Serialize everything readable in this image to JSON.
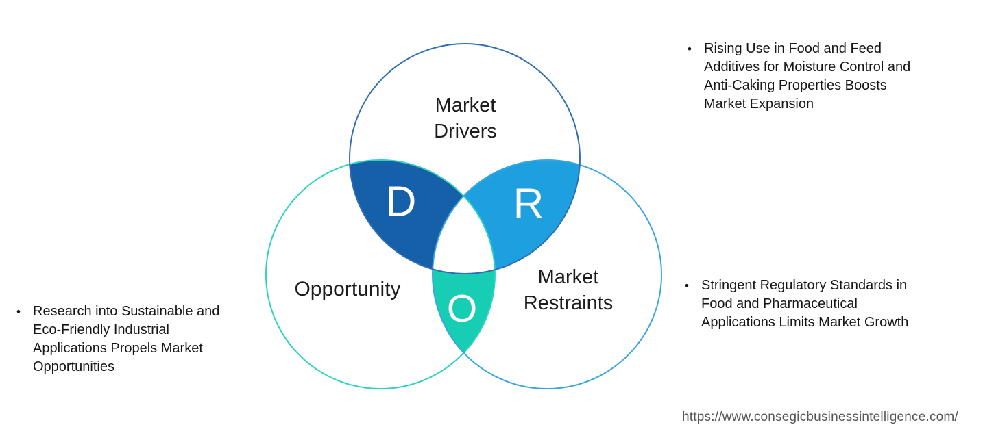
{
  "venn": {
    "circles": {
      "drivers": {
        "label_line1": "Market",
        "label_line2": "Drivers",
        "stroke": "#2f6eb0"
      },
      "opportunity": {
        "label": "Opportunity",
        "stroke": "#2ed3c0"
      },
      "restraints": {
        "label_line1": "Market",
        "label_line2": "Restraints",
        "stroke": "#39a5e2"
      }
    },
    "regions": {
      "d": {
        "letter": "D",
        "fill": "#1560a8"
      },
      "r": {
        "letter": "R",
        "fill": "#1e9fe0"
      },
      "o": {
        "letter": "O",
        "fill": "#17cdb3"
      },
      "center_fill": "#ffffff"
    }
  },
  "bullets": {
    "drivers": {
      "marker": "•",
      "lines": [
        "Rising Use in Food and Feed",
        "Additives for Moisture Control and",
        "Anti-Caking Properties Boosts",
        "Market Expansion"
      ]
    },
    "restraints": {
      "marker": "•",
      "lines": [
        "Stringent Regulatory Standards in",
        "Food and Pharmaceutical",
        "Applications Limits Market Growth"
      ]
    },
    "opportunity": {
      "marker": "•",
      "lines": [
        "Research into Sustainable and",
        "Eco-Friendly Industrial",
        "Applications Propels Market",
        "Opportunities"
      ]
    }
  },
  "footer": {
    "url": "https://www.consegicbusinessintelligence.com/"
  }
}
